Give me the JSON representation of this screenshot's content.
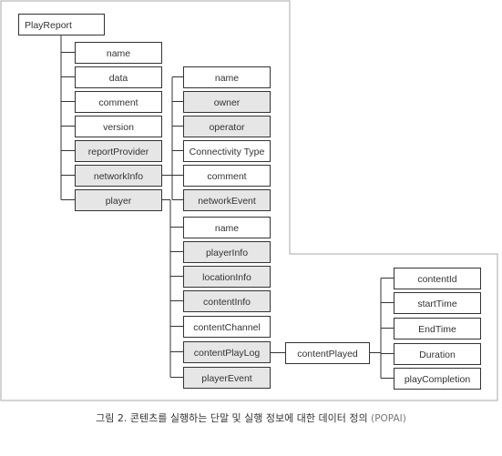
{
  "diagram": {
    "colors": {
      "line": "#333333",
      "frame": "#aaaaaa",
      "fill_plain": "#ffffff",
      "fill_shaded": "#e6e6e6",
      "text": "#333333"
    },
    "nodes": {
      "root": {
        "label": "PlayReport"
      },
      "n_name": {
        "label": "name"
      },
      "n_data": {
        "label": "data"
      },
      "n_comment": {
        "label": "comment"
      },
      "n_version": {
        "label": "version"
      },
      "n_reportprovider": {
        "label": "reportProvider"
      },
      "n_networkinfo": {
        "label": "networkInfo"
      },
      "n_player": {
        "label": "player"
      },
      "ni_name": {
        "label": "name"
      },
      "ni_owner": {
        "label": "owner"
      },
      "ni_operator": {
        "label": "operator"
      },
      "ni_conntype": {
        "label": "Connectivity Type"
      },
      "ni_comment": {
        "label": "comment"
      },
      "ni_networkevent": {
        "label": "networkEvent"
      },
      "pl_name": {
        "label": "name"
      },
      "pl_playerinfo": {
        "label": "playerInfo"
      },
      "pl_locationinfo": {
        "label": "locationInfo"
      },
      "pl_contentinfo": {
        "label": "contentInfo"
      },
      "pl_contentchannel": {
        "label": "contentChannel"
      },
      "pl_contentplaylog": {
        "label": "contentPlayLog"
      },
      "pl_playerevent": {
        "label": "playerEvent"
      },
      "cp": {
        "label": "contentPlayed"
      },
      "cp_contentid": {
        "label": "contentId"
      },
      "cp_starttime": {
        "label": "startTime"
      },
      "cp_endtime": {
        "label": "EndTime"
      },
      "cp_duration": {
        "label": "Duration"
      },
      "cp_playcompletion": {
        "label": "playCompletion"
      }
    }
  },
  "caption": {
    "main": "그림 2. 콘텐츠를 실행하는 단말 및 실행 정보에 대한 데이터 정의",
    "suffix": "(POPAI)"
  }
}
